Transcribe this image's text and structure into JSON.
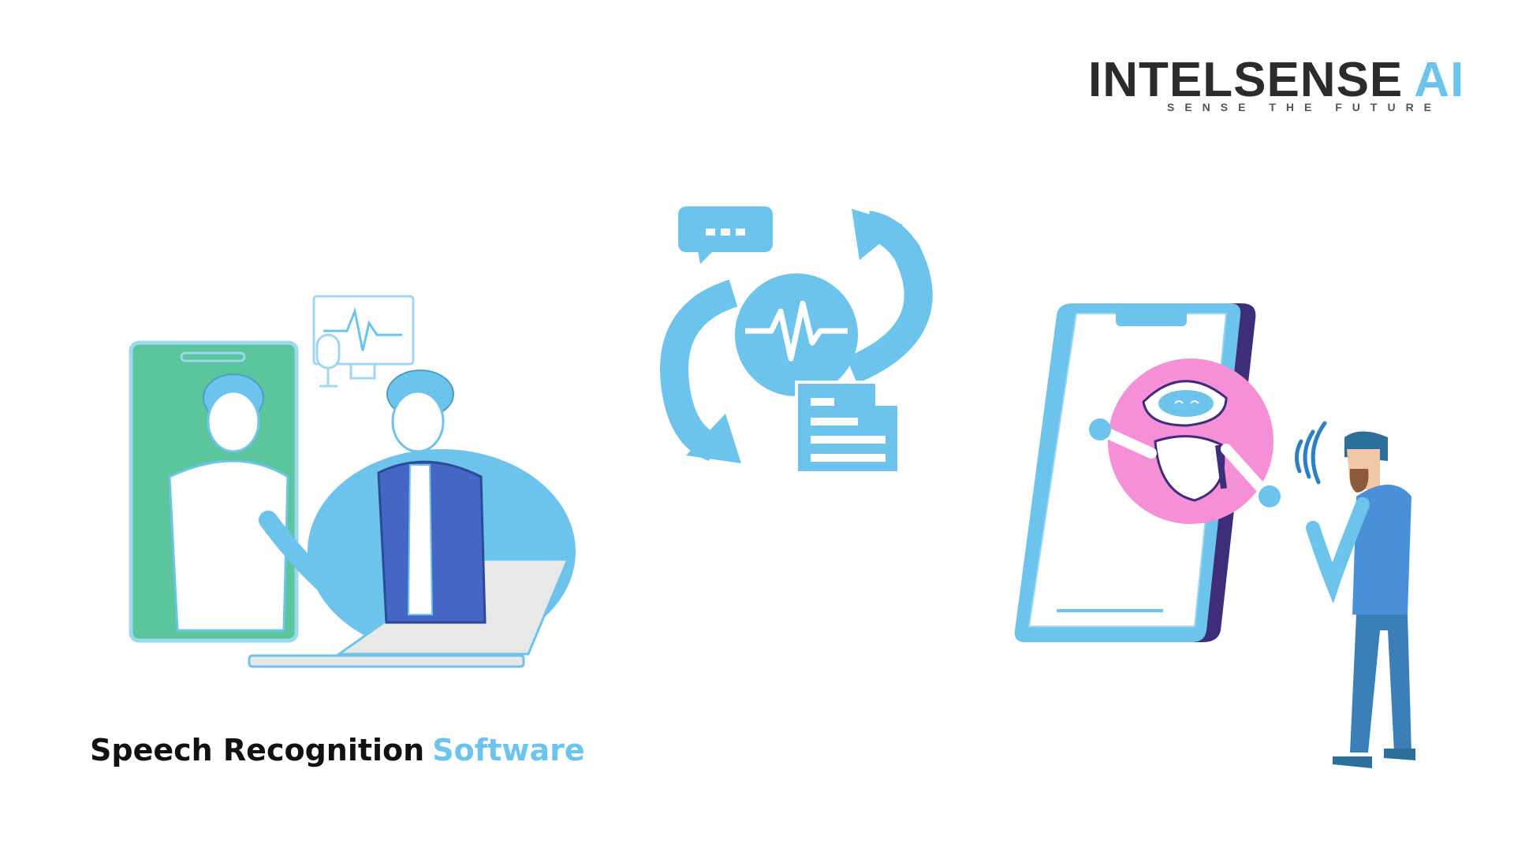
{
  "logo": {
    "brand": "INTELSENSE",
    "brand_suffix": "AI",
    "tagline": "SENSE THE FUTURE"
  },
  "headline": {
    "part1": "Speech Recognition",
    "part2": "Software"
  },
  "colors": {
    "accent": "#6cc4ec",
    "dark_text": "#111111",
    "green_screen": "#5bc59b",
    "robot_pink": "#f58fd6",
    "phone_purple": "#3d2d7a",
    "suit_blue": "#4466c4"
  },
  "icons": [
    "chat-bubble-icon",
    "waveform-icon",
    "document-icon",
    "refresh-arrows-icon",
    "microphone-icon",
    "monitor-icon",
    "sound-waves-icon"
  ]
}
